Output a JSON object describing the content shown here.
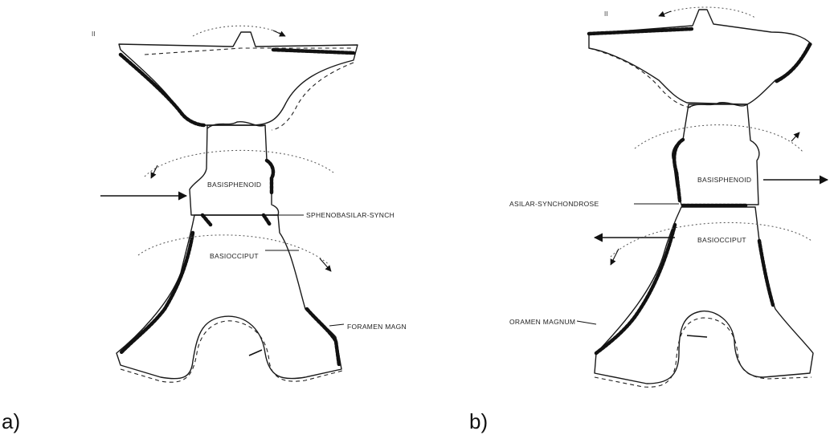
{
  "panel_a": {
    "label": "a)",
    "corner_mark": "II",
    "labels": {
      "basisphenoid": "BASISPHENOID",
      "synchondrosis": "SPHENOBASILAR-SYNCH",
      "basiocciput": "BASIOCCIPUT",
      "foramen": "FORAMEN MAGN"
    }
  },
  "panel_b": {
    "label": "b)",
    "corner_mark": "II",
    "labels": {
      "basisphenoid": "BASISPHENOID",
      "synchondrosis": "ASILAR-SYNCHONDROSE",
      "basiocciput": "BASIOCCIPUT",
      "foramen": "ORAMEN MAGNUM"
    }
  }
}
